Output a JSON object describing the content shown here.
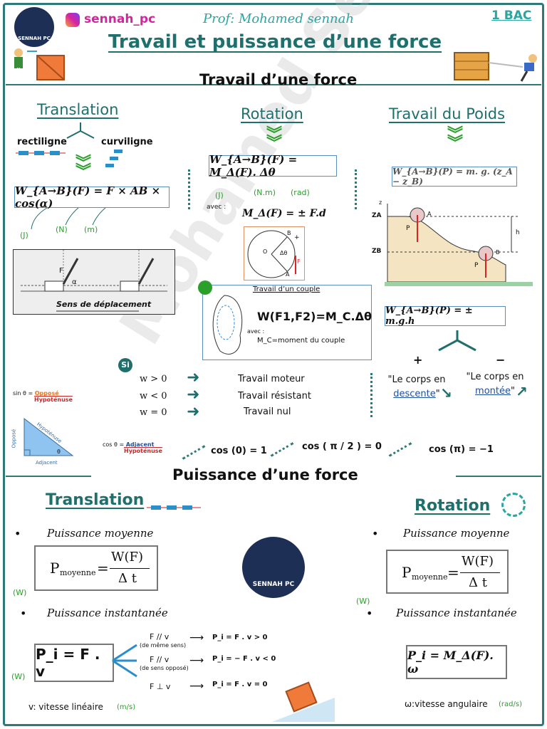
{
  "header": {
    "social": "sennah_pc",
    "prof": "Prof: Mohamed sennah",
    "level": "1 BAC",
    "title": "Travail et puissance d’une force",
    "logo_text": "SENNAH PC"
  },
  "work": {
    "section_title": "Travail d’une force",
    "translation": {
      "title": "Translation",
      "rect": "rectiligne",
      "curv": "curviligne",
      "formula": "W_{A→B}(F) = F × AB × cos(α)",
      "units": [
        "(J)",
        "(N)",
        "(m)"
      ],
      "diagram_caption": "Sens de déplacement",
      "force_label": "F",
      "alpha": "α"
    },
    "rotation": {
      "title": "Rotation",
      "formula": "W_{A→B}(F) = M_Δ(F). Δθ",
      "units": [
        "(J)",
        "(N.m)",
        "(rad)"
      ],
      "avec": "avec :",
      "moment": "M_Δ(F) = ± F.d",
      "disk_labels": [
        "B",
        "O",
        "Δθ",
        "A",
        "F",
        "+"
      ]
    },
    "poids": {
      "title": "Travail du Poids",
      "formula": "W_{A→B}(P) = m. g. (z_A − z_B)",
      "labels": [
        "z",
        "ZA",
        "ZB",
        "A",
        "B",
        "h",
        "P",
        "P"
      ],
      "formula2": "W_{A→B}(P) = ± m.g.h",
      "plus": "+",
      "minus": "−",
      "descente_pre": "\"Le corps en",
      "descente": "descente",
      "montee_pre": "\"Le corps en",
      "montee": "montée",
      "quote": "\""
    },
    "couple": {
      "title": "Travail d’un couple",
      "formula": "W(F1,F2)=M_C.Δθ",
      "avec": "avec :",
      "def": "M_C=moment du couple"
    },
    "si": {
      "badge": "Si",
      "rows": [
        {
          "cond": "w > 0",
          "label": "Travail moteur"
        },
        {
          "cond": "w < 0",
          "label": "Travail résistant"
        },
        {
          "cond": "w = 0",
          "label": "Travail nul"
        }
      ]
    },
    "trig": {
      "sin": "sin θ = Opposé / Hypoténuse",
      "sin_num": "Opposé",
      "sin_den": "Hypoténuse",
      "cos_num": "Adjacent",
      "cos_den": "Hypoténuse",
      "tri_labels": [
        "Hypoténuse",
        "Opposé",
        "Adjacent",
        "θ"
      ],
      "cos0": "cos (0) = 1",
      "cospi2": "cos ( π / 2 ) = 0",
      "cospi": "cos (π) = −1"
    }
  },
  "power": {
    "section_title": "Puissance d’une force",
    "translation": {
      "title": "Translation",
      "moyenne": "Puissance moyenne",
      "pm_left": "P",
      "pm_sub": "moyenne",
      "pm_num": "W(F)",
      "pm_den": "Δ t",
      "unit_w": "(W)",
      "instant": "Puissance instantanée",
      "pi": "P_i = F . v",
      "cases": [
        {
          "rel": "F // v",
          "note": "(de même sens)",
          "res": "P_i = F . v > 0"
        },
        {
          "rel": "F // v",
          "note": "(de sens opposé)",
          "res": "P_i = − F . v < 0"
        },
        {
          "rel": "F ⊥ v",
          "note": "",
          "res": "P_i = F . v = 0"
        }
      ],
      "v_def": "v: vitesse linéaire",
      "v_unit": "(m/s)"
    },
    "rotation": {
      "title": "Rotation",
      "moyenne": "Puissance moyenne",
      "unit_w": "(W)",
      "instant": "Puissance instantanée",
      "pi": "P_i = M_Δ(F). ω",
      "w_def": "ω:vitesse angulaire",
      "w_unit": "(rad/s)"
    }
  },
  "watermark": "Mohamed Sennah",
  "colors": {
    "teal": "#1f6f6c",
    "green": "#2aa02a",
    "blue": "#5a8fc2"
  }
}
